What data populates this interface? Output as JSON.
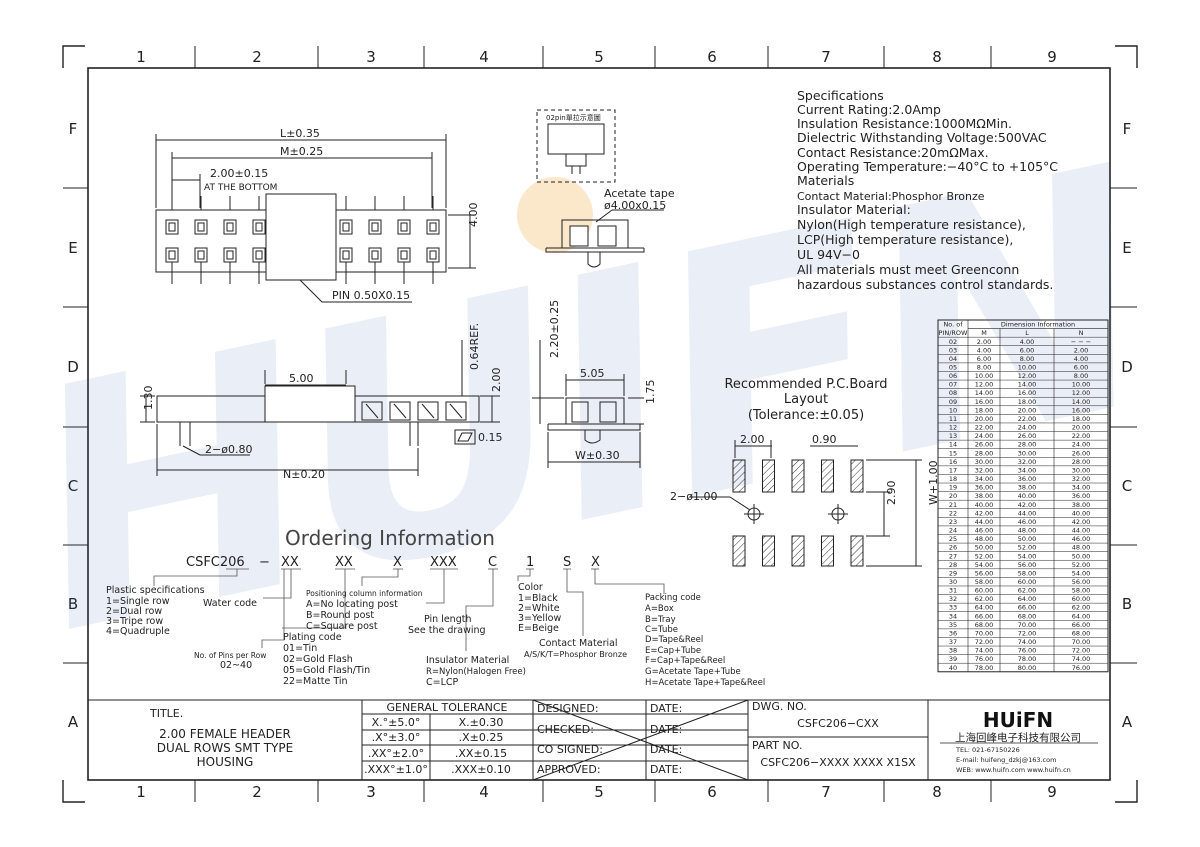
{
  "zones": {
    "cols": [
      "1",
      "2",
      "3",
      "4",
      "5",
      "6",
      "7",
      "8",
      "9"
    ],
    "rows": [
      "F",
      "E",
      "D",
      "C",
      "B",
      "A"
    ]
  },
  "watermark": "HUIFN",
  "specifications": [
    "Specifications",
    "Current Rating:2.0Amp",
    "Insulation Resistance:1000MΩMin.",
    "Dielectric Withstanding Voltage:500VAC",
    "Contact Resistance:20mΩMax.",
    "Operating Temperature:−40°C to +105°C",
    "Materials",
    "Contact Material:Phosphor Bronze",
    "Insulator Material:",
    "Nylon(High temperature resistance),",
    "LCP(High temperature resistance),",
    "UL 94V−0",
    "All materials must meet Greenconn",
    "hazardous substances control standards."
  ],
  "top_view": {
    "l_dim": "L±0.35",
    "m_dim": "M±0.25",
    "pitch": "2.00±0.15",
    "pitch_note": "AT THE BOTTOM",
    "height": "4.00",
    "pin": "PIN 0.50X0.15"
  },
  "detail": {
    "title": "02pin單拉示意圖",
    "tape_label": "Acetate tape",
    "tape_dim": "ø4.00x0.15"
  },
  "side_view": {
    "d500": "5.00",
    "d130": "1.30",
    "d064": "0.64REF.",
    "d200": "2.00",
    "flat": "0.15",
    "hole": "2−ø0.80",
    "n_dim": "N±0.20"
  },
  "end_view": {
    "d220": "2.20±0.25",
    "d505": "5.05",
    "d175": "1.75",
    "w_dim": "W±0.30"
  },
  "pcb": {
    "title1": "Recommended P.C.Board",
    "title2": "Layout",
    "title3": "(Tolerance:±0.05)",
    "pitch": "2.00",
    "pad_w": "0.90",
    "hole": "2−ø1.00",
    "d290": "2.90",
    "w_plus": "W+1.00"
  },
  "ordering": {
    "title": "Ordering Information",
    "codes": [
      "CSFC206",
      "−",
      "XX",
      "XX",
      "X",
      "XXX",
      "C",
      "1",
      "S",
      "X"
    ],
    "plastic": [
      "Plastic specifications",
      "1=Single row",
      "2=Dual row",
      "3=Tripe row",
      "4=Quadruple"
    ],
    "water": "Water code",
    "pins_per_row": [
      "No. of Pins per Row",
      "02~40"
    ],
    "plating": [
      "Plating code",
      "01=Tin",
      "02=Gold Flash",
      "05=Gold Flash/Tin",
      "22=Matte Tin"
    ],
    "positioning": [
      "Positioning column information",
      "A=No locating post",
      "B=Round post",
      "C=Square post"
    ],
    "pin_length": [
      "Pin length",
      "See the drawing"
    ],
    "insulator": [
      "Insulator Material",
      "R=Nylon(Halogen Free)",
      "C=LCP"
    ],
    "color": [
      "Color",
      "1=Black",
      "2=White",
      "3=Yellow",
      "E=Beige"
    ],
    "contact": [
      "Contact Material",
      "A/S/K/T=Phosphor Bronze"
    ],
    "packing": [
      "Packing code",
      "A=Box",
      "B=Tray",
      "C=Tube",
      "D=Tape&Reel",
      "E=Cap+Tube",
      "F=Cap+Tape&Reel",
      "G=Acetate Tape+Tube",
      "H=Acetate Tape+Tape&Reel"
    ]
  },
  "dim_table": {
    "header_top": [
      "No. of",
      "Dimension Information"
    ],
    "header": [
      "PIN/ROW",
      "M",
      "L",
      "N"
    ],
    "rows": [
      [
        "02",
        "2.00",
        "4.00",
        "− − −"
      ],
      [
        "03",
        "4.00",
        "6.00",
        "2.00"
      ],
      [
        "04",
        "6.00",
        "8.00",
        "4.00"
      ],
      [
        "05",
        "8.00",
        "10.00",
        "6.00"
      ],
      [
        "06",
        "10.00",
        "12.00",
        "8.00"
      ],
      [
        "07",
        "12.00",
        "14.00",
        "10.00"
      ],
      [
        "08",
        "14.00",
        "16.00",
        "12.00"
      ],
      [
        "09",
        "16.00",
        "18.00",
        "14.00"
      ],
      [
        "10",
        "18.00",
        "20.00",
        "16.00"
      ],
      [
        "11",
        "20.00",
        "22.00",
        "18.00"
      ],
      [
        "12",
        "22.00",
        "24.00",
        "20.00"
      ],
      [
        "13",
        "24.00",
        "26.00",
        "22.00"
      ],
      [
        "14",
        "26.00",
        "28.00",
        "24.00"
      ],
      [
        "15",
        "28.00",
        "30.00",
        "26.00"
      ],
      [
        "16",
        "30.00",
        "32.00",
        "28.00"
      ],
      [
        "17",
        "32.00",
        "34.00",
        "30.00"
      ],
      [
        "18",
        "34.00",
        "36.00",
        "32.00"
      ],
      [
        "19",
        "36.00",
        "38.00",
        "34.00"
      ],
      [
        "20",
        "38.00",
        "40.00",
        "36.00"
      ],
      [
        "21",
        "40.00",
        "42.00",
        "38.00"
      ],
      [
        "22",
        "42.00",
        "44.00",
        "40.00"
      ],
      [
        "23",
        "44.00",
        "46.00",
        "42.00"
      ],
      [
        "24",
        "46.00",
        "48.00",
        "44.00"
      ],
      [
        "25",
        "48.00",
        "50.00",
        "46.00"
      ],
      [
        "26",
        "50.00",
        "52.00",
        "48.00"
      ],
      [
        "27",
        "52.00",
        "54.00",
        "50.00"
      ],
      [
        "28",
        "54.00",
        "56.00",
        "52.00"
      ],
      [
        "29",
        "56.00",
        "58.00",
        "54.00"
      ],
      [
        "30",
        "58.00",
        "60.00",
        "56.00"
      ],
      [
        "31",
        "60.00",
        "62.00",
        "58.00"
      ],
      [
        "32",
        "62.00",
        "64.00",
        "60.00"
      ],
      [
        "33",
        "64.00",
        "66.00",
        "62.00"
      ],
      [
        "34",
        "66.00",
        "68.00",
        "64.00"
      ],
      [
        "35",
        "68.00",
        "70.00",
        "66.00"
      ],
      [
        "36",
        "70.00",
        "72.00",
        "68.00"
      ],
      [
        "37",
        "72.00",
        "74.00",
        "70.00"
      ],
      [
        "38",
        "74.00",
        "76.00",
        "72.00"
      ],
      [
        "39",
        "76.00",
        "78.00",
        "74.00"
      ],
      [
        "40",
        "78.00",
        "80.00",
        "76.00"
      ]
    ]
  },
  "title_block": {
    "title_label": "TITLE.",
    "title_lines": [
      "2.00 FEMALE HEADER",
      "DUAL ROWS SMT TYPE",
      "HOUSING"
    ],
    "tol_header": "GENERAL TOLERANCE",
    "tol": [
      [
        "X.°±5.0°",
        "X.±0.30"
      ],
      [
        ".X°±3.0°",
        ".X±0.25"
      ],
      [
        ".XX°±2.0°",
        ".XX±0.15"
      ],
      [
        ".XXX°±1.0°",
        ".XXX±0.10"
      ]
    ],
    "sign": [
      "DESIGNED:",
      "CHECKED:",
      "CO SIGNED:",
      "APPROVED:"
    ],
    "date": "DATE:",
    "dwg_label": "DWG. NO.",
    "dwg_value": "CSFC206−CXX",
    "part_label": "PART NO.",
    "part_value": "CSFC206−XXXX XXXX X1SX",
    "logo": "HUiFN",
    "company": "上海回峰电子科技有限公司",
    "tel": "TEL: 021-67150226",
    "email": "E-mail: huifeng_dzkj@163.com",
    "web": "WEB: www.huifn.com  www.huifn.cn"
  }
}
